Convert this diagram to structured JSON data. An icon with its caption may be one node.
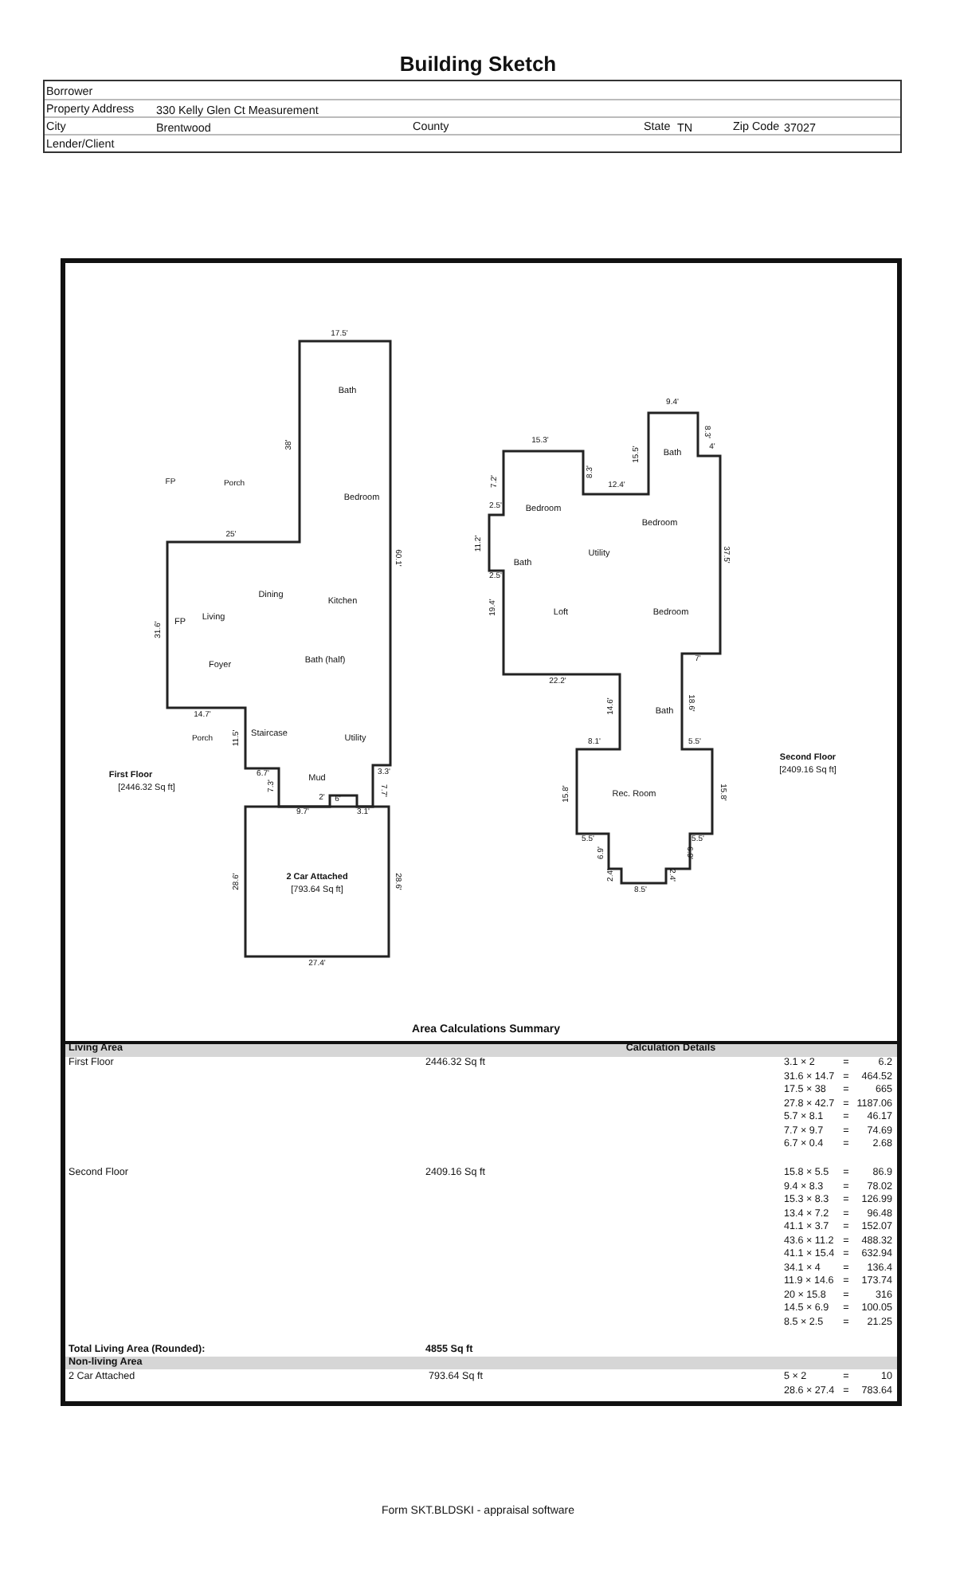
{
  "diagram": {
    "title": "Building Sketch",
    "nodes": [
      {
        "text": [
          "Bath",
          "Bedroom",
          "Dining",
          "Kitchen",
          "FP",
          "Living",
          "Foyer",
          "Bath (half)",
          "Staircase",
          "Utility",
          "Mud"
        ],
        "beside": [
          "First Floor",
          "[2446.32 Sq ft]"
        ]
      },
      {
        "text": [
          "2 Car Attached",
          "[793.64 Sq ft]"
        ]
      },
      {
        "text": [
          "Bath",
          "Bedroom",
          "Bedroom",
          "Utility",
          "Bath",
          "Loft",
          "Bedroom",
          "Bath",
          "Rec. Room"
        ],
        "beside": [
          "Second Floor",
          "[2409.16 Sq ft]"
        ]
      }
    ],
    "labels": [
      "Borrower",
      "Property Address",
      "330 Kelly Glen Ct Measurement",
      "City",
      "Brentwood",
      "County",
      "State",
      "TN",
      "Zip Code",
      "37027",
      "Lender/Client",
      "17.5'",
      "38'",
      "FP",
      "Porch",
      "25'",
      "60.1'",
      "31.6'",
      "14.7'",
      "Porch",
      "11.5'",
      "6.7'",
      "3.3'",
      "7.3'",
      "7.7'",
      "2'",
      "6'",
      "9.7'",
      "3.1'",
      "28.6'",
      "28.6'",
      "27.4'",
      "9.4'",
      "8.3'",
      "4'",
      "15.3'",
      "15.5'",
      "8.3'",
      "12.4'",
      "7.2'",
      "2.5'",
      "11.2'",
      "2.5'",
      "37.5'",
      "19.4'",
      "7'",
      "22.2'",
      "14.6'",
      "18.6'",
      "8.1'",
      "5.5'",
      "15.8'",
      "15.8'",
      "5.5'",
      "5.5'",
      "6.9'",
      "6.9'",
      "2.4'",
      "2.4'",
      "8.5'",
      "Area Calculations Summary",
      "Living Area",
      "Calculation Details",
      "First Floor",
      "2446.32 Sq ft",
      "3.1 × 2",
      "=",
      "6.2",
      "31.6 × 14.7",
      "=",
      "464.52",
      "17.5 × 38",
      "=",
      "665",
      "27.8 × 42.7",
      "=",
      "1187.06",
      "5.7 × 8.1",
      "=",
      "46.17",
      "7.7 × 9.7",
      "=",
      "74.69",
      "6.7 × 0.4",
      "=",
      "2.68",
      "Second Floor",
      "2409.16 Sq ft",
      "15.8 × 5.5",
      "=",
      "86.9",
      "9.4 × 8.3",
      "=",
      "78.02",
      "15.3 × 8.3",
      "=",
      "126.99",
      "13.4 × 7.2",
      "=",
      "96.48",
      "41.1 × 3.7",
      "=",
      "152.07",
      "43.6 × 11.2",
      "=",
      "488.32",
      "41.1 × 15.4",
      "=",
      "632.94",
      "34.1 × 4",
      "=",
      "136.4",
      "11.9 × 14.6",
      "=",
      "173.74",
      "20 × 15.8",
      "=",
      "316",
      "14.5 × 6.9",
      "=",
      "100.05",
      "8.5 × 2.5",
      "=",
      "21.25",
      "Total Living Area (Rounded):",
      "4855 Sq ft",
      "Non-living Area",
      "2 Car Attached",
      "793.64 Sq ft",
      "5 × 2",
      "=",
      "10",
      "28.6 × 27.4",
      "=",
      "783.64",
      "Form SKT.BLDSKI - appraisal software"
    ]
  }
}
